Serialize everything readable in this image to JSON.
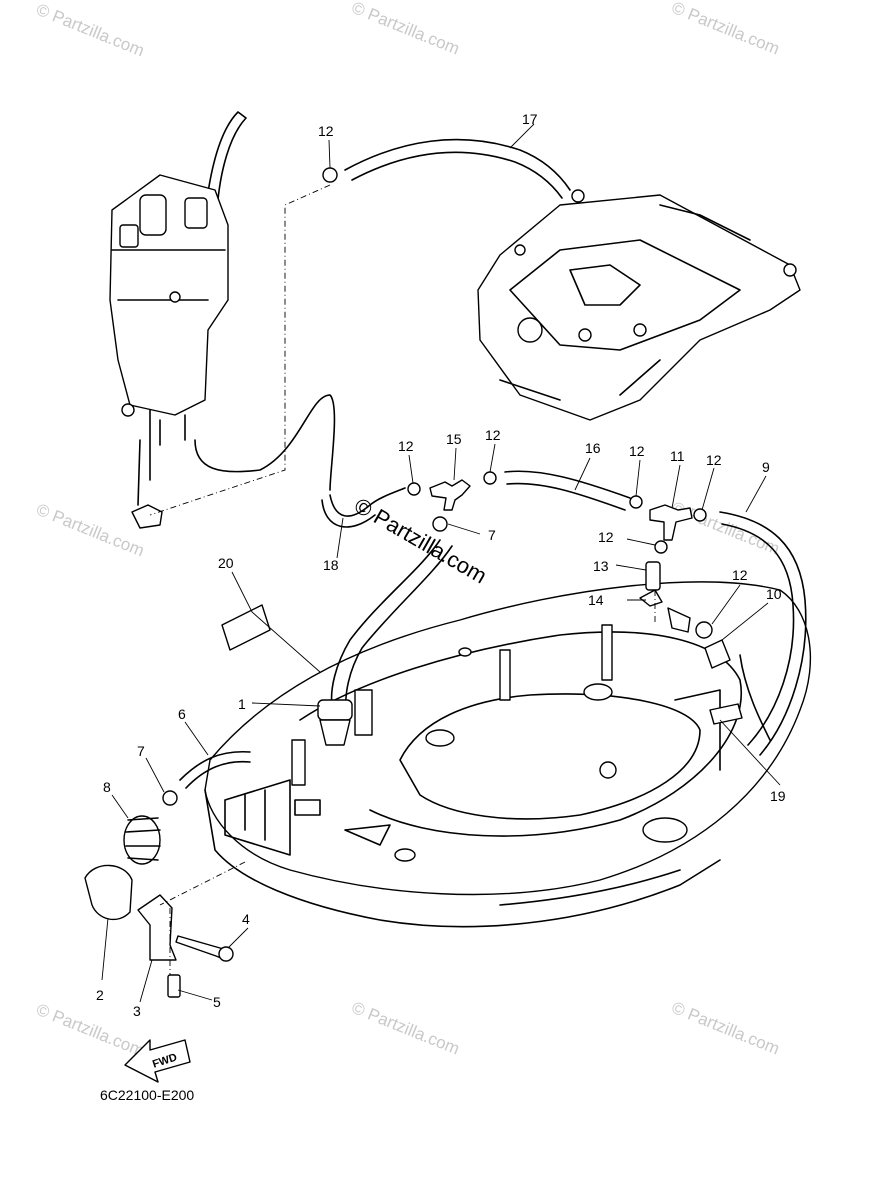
{
  "watermark": {
    "text": "Partzilla.com",
    "copyright_symbol": "©"
  },
  "callouts": [
    "1",
    "2",
    "3",
    "4",
    "5",
    "6",
    "7",
    "7",
    "8",
    "9",
    "10",
    "11",
    "12",
    "12",
    "12",
    "12",
    "12",
    "12",
    "12",
    "13",
    "14",
    "15",
    "16",
    "17",
    "18",
    "19",
    "20"
  ],
  "labels": {
    "c1": "1",
    "c2": "2",
    "c3": "3",
    "c4": "4",
    "c5": "5",
    "c6": "6",
    "c7a": "7",
    "c7b": "7",
    "c8": "8",
    "c9": "9",
    "c10": "10",
    "c11": "11",
    "c12a": "12",
    "c12b": "12",
    "c12c": "12",
    "c12d": "12",
    "c12e": "12",
    "c12f": "12",
    "c12g": "12",
    "c13": "13",
    "c14": "14",
    "c15": "15",
    "c16": "16",
    "c17": "17",
    "c18": "18",
    "c19": "19",
    "c20": "20"
  },
  "fwd_arrow_label": "FWD",
  "diagram_code": "6C22100-E200"
}
